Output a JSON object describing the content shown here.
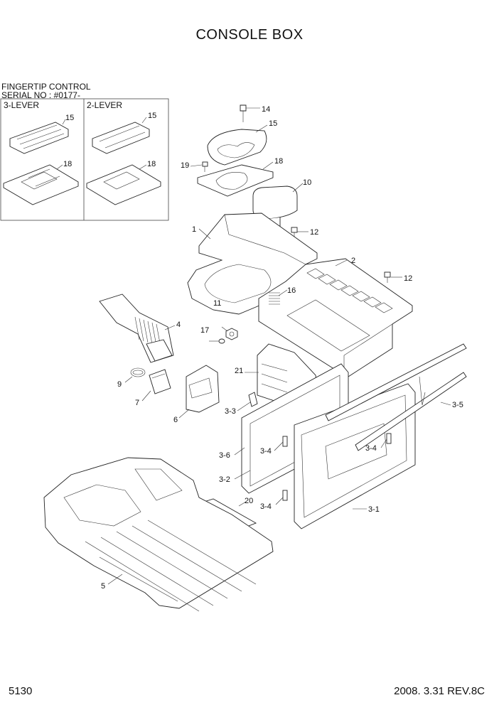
{
  "title": "CONSOLE BOX",
  "inset": {
    "heading_line1": "FINGERTIP CONTROL",
    "heading_line2": "SERIAL NO : #0177-",
    "col_left": "3-LEVER",
    "col_right": "2-LEVER",
    "labels": {
      "l15": "15",
      "l18": "18",
      "r15": "15",
      "r18": "18"
    }
  },
  "callouts": {
    "c14": "14",
    "c15": "15",
    "c18": "18",
    "c19": "19",
    "c10": "10",
    "c12a": "12",
    "c1": "1",
    "c2": "2",
    "c12b": "12",
    "c16": "16",
    "c11": "11",
    "c4": "4",
    "c17": "17",
    "c21": "21",
    "c9": "9",
    "c7": "7",
    "c6": "6",
    "c3_3": "3-3",
    "c3_5": "3-5",
    "c3_6": "3-6",
    "c3_4a": "3-4",
    "c3_4b": "3-4",
    "c3_2": "3-2",
    "c3_4c": "3-4",
    "c20": "20",
    "c3_1": "3-1",
    "c5": "5"
  },
  "footer": {
    "page": "5130",
    "revision": "2008. 3.31  REV.8C"
  }
}
